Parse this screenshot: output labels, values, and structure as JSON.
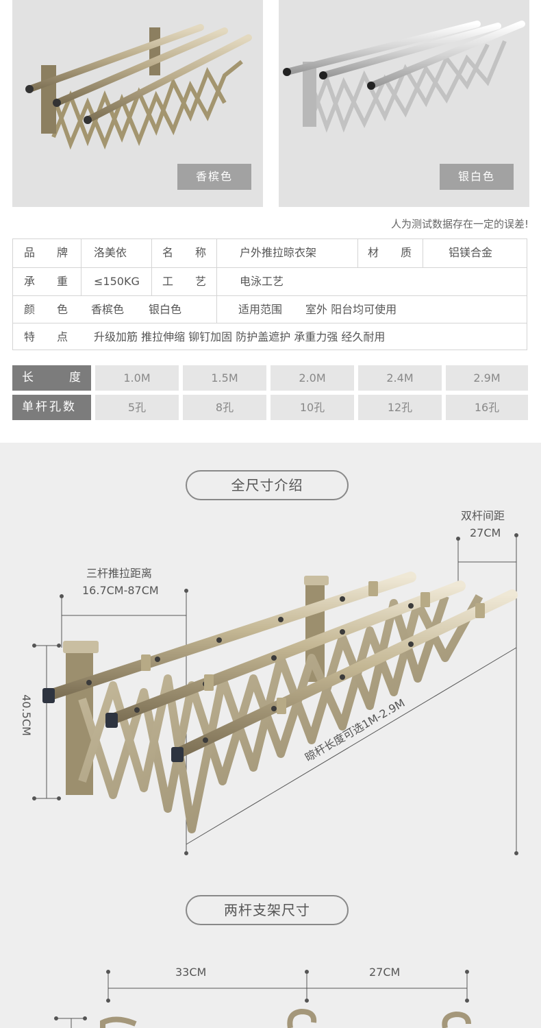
{
  "colors": {
    "champagne": "#b9ab8a",
    "silver": "#d8d8d8",
    "card_bg": "#e2e2e2",
    "tag_bg": "#a2a2a2",
    "label_bg": "#7c7c7c",
    "section_bg": "#eeeeee"
  },
  "products": [
    {
      "color_label": "香槟色"
    },
    {
      "color_label": "银白色"
    }
  ],
  "note": "人为测试数据存在一定的误差!",
  "spec": {
    "row1": {
      "k1": "品　　牌",
      "v1": "洛美依",
      "k2": "名　　称",
      "v2": "户外推拉晾衣架",
      "k3": "材　　质",
      "v3": "铝镁合金"
    },
    "row2": {
      "k1": "承　　重",
      "v1": "≤150KG",
      "k2": "工　　艺",
      "v2": "电泳工艺"
    },
    "row3": {
      "k1": "颜　　色",
      "v1a": "香槟色",
      "v1b": "银白色",
      "k2": "适用范围",
      "v2": "室外 阳台均可使用"
    },
    "row4": {
      "k1": "特　　点",
      "v1": "升级加筋 推拉伸缩 铆钉加固 防护盖遮护 承重力强 经久耐用"
    }
  },
  "sizes": {
    "length_label": "长　　度",
    "holes_label": "单杆孔数",
    "lengths": [
      "1.0M",
      "1.5M",
      "2.0M",
      "2.4M",
      "2.9M"
    ],
    "holes": [
      "5孔",
      "8孔",
      "10孔",
      "12孔",
      "16孔"
    ]
  },
  "full_size": {
    "title": "全尺寸介绍",
    "push_distance_label": "三杆推拉距离",
    "push_distance_value": "16.7CM-87CM",
    "bar_spacing_label": "双杆间距",
    "bar_spacing_value": "27CM",
    "height": "40.5CM",
    "length_note": "晾杆长度可选1M-2.9M"
  },
  "two_bar": {
    "title": "两杆支架尺寸",
    "dim_a": "33CM",
    "dim_b": "27CM"
  }
}
